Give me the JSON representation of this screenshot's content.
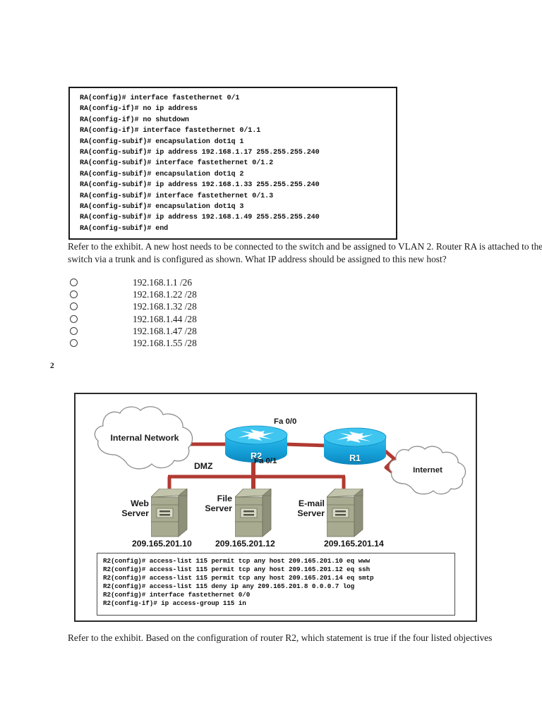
{
  "exhibit1": {
    "config_lines": [
      "RA(config)# interface fastethernet 0/1",
      "RA(config-if)# no ip address",
      "RA(config-if)# no shutdown",
      "RA(config-if)# interface fastethernet 0/1.1",
      "RA(config-subif)# encapsulation dot1q 1",
      "RA(config-subif)# ip address 192.168.1.17 255.255.255.240",
      "RA(config-subif)# interface fastethernet 0/1.2",
      "RA(config-subif)# encapsulation dot1q 2",
      "RA(config-subif)# ip address 192.168.1.33 255.255.255.240",
      "RA(config-subif)# interface fastethernet 0/1.3",
      "RA(config-subif)# encapsulation dot1q 3",
      "RA(config-subif)# ip address 192.168.1.49 255.255.255.240",
      "RA(config-subif)# end"
    ]
  },
  "question1": {
    "text": "Refer to the exhibit. A new host needs to be connected to the switch and be assigned to VLAN 2. Router RA is attached to the switch via a trunk and is configured as shown. What IP address should be assigned to this new host?",
    "options": [
      "192.168.1.1 /26",
      "192.168.1.22 /28",
      "192.168.1.32 /28",
      "192.168.1.44 /28",
      "192.168.1.47 /28",
      "192.168.1.55 /28"
    ]
  },
  "section": {
    "number": "2"
  },
  "diagram": {
    "clouds": [
      {
        "name": "internal-network",
        "label": "Internal Network"
      },
      {
        "name": "internet",
        "label": "Internet"
      }
    ],
    "routers": [
      {
        "name": "r2",
        "label": "R2"
      },
      {
        "name": "r1",
        "label": "R1"
      }
    ],
    "interface_labels": {
      "fa00": "Fa 0/0",
      "fa01": "Fa 0/1",
      "dmz": "DMZ"
    },
    "servers": [
      {
        "name": "web-server",
        "label": "Web\nServer",
        "ip": "209.165.201.10"
      },
      {
        "name": "file-server",
        "label": "File\nServer",
        "ip": "209.165.201.12"
      },
      {
        "name": "email-server",
        "label": "E-mail\nServer",
        "ip": "209.165.201.14"
      }
    ],
    "colors": {
      "router_blue": "#18a6dc",
      "link_red": "#b03a32",
      "server_olive": "#a7a98c"
    }
  },
  "exhibit2": {
    "config_lines": [
      "R2(config)# access-list 115 permit tcp any host 209.165.201.10 eq www",
      "R2(config)# access-list 115 permit tcp any host 209.165.201.12 eq ssh",
      "R2(config)# access-list 115 permit tcp any host 209.165.201.14 eq smtp",
      "R2(config)# access-list 115 deny ip any 209.165.201.8 0.0.0.7 log",
      "R2(config)# interface fastethernet 0/0",
      "R2(config-if)# ip access-group 115 in"
    ]
  },
  "question2": {
    "text": "Refer to the exhibit. Based on the configuration of router R2, which statement is true if the four listed objectives"
  }
}
